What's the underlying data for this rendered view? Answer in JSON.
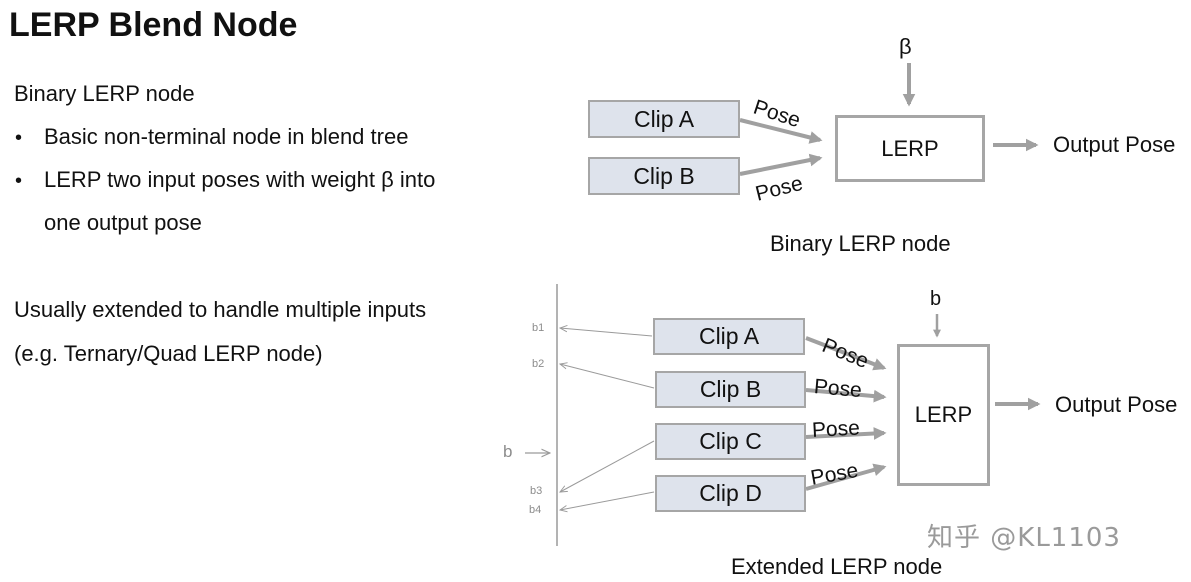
{
  "slide": {
    "title": "LERP Blend Node",
    "section1": {
      "heading": "Binary LERP node",
      "bullets": [
        "Basic non-terminal node in blend tree",
        "LERP two input poses with weight β into",
        "one output pose"
      ]
    },
    "section2": {
      "line1": "Usually extended to handle multiple inputs",
      "line2": "(e.g. Ternary/Quad LERP node)"
    }
  },
  "binary_diagram": {
    "weight_symbol": "β",
    "clips": [
      "Clip A",
      "Clip B"
    ],
    "pose_labels": [
      "Pose",
      "Pose"
    ],
    "lerp_label": "LERP",
    "output_label": "Output Pose",
    "caption": "Binary LERP node"
  },
  "extended_diagram": {
    "weight_symbol": "b",
    "clips": [
      "Clip A",
      "Clip B",
      "Clip C",
      "Clip D"
    ],
    "pose_labels": [
      "Pose",
      "Pose",
      "Pose",
      "Pose"
    ],
    "lerp_label": "LERP",
    "output_label": "Output Pose",
    "caption": "Extended LERP node",
    "axis_input_label": "b",
    "axis_ticks": [
      "b1",
      "b2",
      "b3",
      "b4"
    ]
  },
  "watermark": {
    "text": "知乎 @KL1103"
  },
  "colors": {
    "arrow": "#a0a0a0",
    "clip_fill": "#dee3ec",
    "box_border": "#a6a6a6"
  }
}
